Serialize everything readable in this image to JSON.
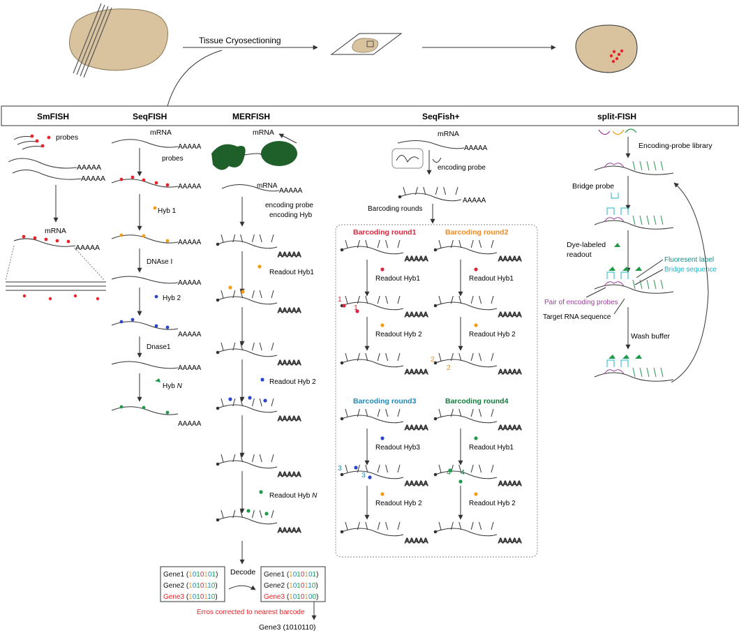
{
  "top": {
    "step_label": "Tissue Cryosectioning"
  },
  "headers": {
    "smfish": "SmFISH",
    "seqfish": "SeqFISH",
    "merfish": "MERFISH",
    "seqfish_plus": "SeqFish+",
    "split_fish": "split-FISH"
  },
  "common": {
    "mrna": "mRNA",
    "polya": "AAAAA"
  },
  "smfish": {
    "probes": "probes",
    "mrna": "mRNA"
  },
  "seqfish": {
    "mrna": "mRNA",
    "probes": "probes",
    "hyb1": "Hyb 1",
    "dnase_i": "DNAse I",
    "hyb2": "Hyb 2",
    "dnase1": "Dnase1",
    "hybn_prefix": "Hyb ",
    "hybn_suffix": "N"
  },
  "merfish": {
    "mrna_top": "mRNA",
    "mrna": "mRNA",
    "encoding_probe": "encoding probe",
    "encoding_hyb": "encoding Hyb",
    "readout_hyb1": "Readout Hyb1",
    "readout_hyb2": "Readout Hyb 2",
    "readout_hybn_prefix": "Readout Hyb ",
    "readout_hybn_suffix": "N",
    "decode": "Decode",
    "table_left": [
      {
        "gene": "Gene1",
        "code": "(1010101)"
      },
      {
        "gene": "Gene2",
        "code": "(1010110)"
      },
      {
        "gene": "Gene3",
        "code": "(1010110)"
      }
    ],
    "table_right": [
      {
        "gene": "Gene1",
        "code": "(1010101)"
      },
      {
        "gene": "Gene2",
        "code": "(1010110)"
      },
      {
        "gene": "Gene3",
        "code": "(1010100)"
      }
    ],
    "error_note": "Erros corrected to nearest barcode",
    "final": "Gene3 (1010110)"
  },
  "seqfish_plus": {
    "mrna": "mRNA",
    "encoding_probe": "encoding probe",
    "barcoding_rounds": "Barcoding rounds",
    "round1": "Barcoding round1",
    "round2": "Barcoding round2",
    "round3": "Barcoding round3",
    "round4": "Barcoding round4",
    "readout_hyb1": "Readout Hyb1",
    "readout_hyb2": "Readout Hyb 2",
    "readout_hyb3": "Readout Hyb3",
    "markers": {
      "r1": "1",
      "r2": "2",
      "r3": "3",
      "r4": "4"
    }
  },
  "split_fish": {
    "library": "Encoding-probe library",
    "bridge_probe": "Bridge probe",
    "dye_readout_1": "Dye-labeled",
    "dye_readout_2": "readout",
    "fluorescent_label": "Fluoresent label",
    "bridge_sequence": "Bridge sequence",
    "pair_probes": "Pair of encoding probes",
    "target_rna": "Target RNA sequence",
    "wash_buffer": "Wash buffer"
  },
  "colors": {
    "red": "#e8232a",
    "orange": "#f39c12",
    "blue": "#2c45c9",
    "green": "#1f9a4a",
    "teal_label": "#138c85",
    "cyan": "#1cb3c9",
    "purple": "#9b3e9a",
    "tissue": "#d8c39e",
    "leaf": "#1e5f2a",
    "round1": "#d7263d",
    "round2": "#f08a24",
    "round3": "#2188b5",
    "round4": "#137a3c"
  }
}
